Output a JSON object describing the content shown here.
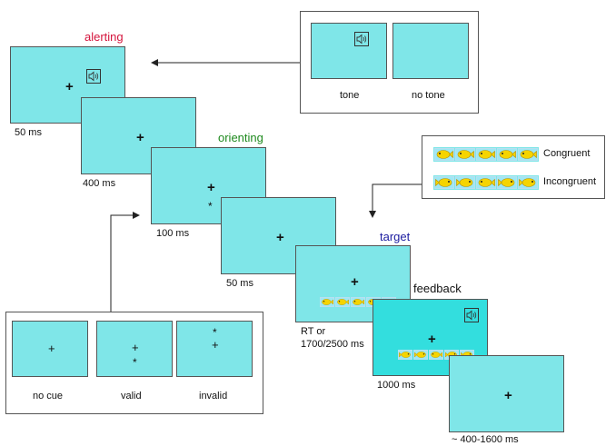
{
  "stages": {
    "alerting": "alerting",
    "orienting": "orienting",
    "target": "target",
    "feedback": "feedback"
  },
  "stage_colors": {
    "alerting": "#d4143c",
    "orienting": "#1e8a1e",
    "target": "#1c1ca0",
    "feedback": "#111111"
  },
  "frames": [
    {
      "duration": "50 ms"
    },
    {
      "duration": "400 ms"
    },
    {
      "duration": "100 ms"
    },
    {
      "duration": "50 ms"
    },
    {
      "duration": "RT or",
      "duration_line2": "1700/2500 ms"
    },
    {
      "duration": "1000 ms"
    },
    {
      "duration": "~ 400-1600 ms"
    }
  ],
  "tone_panel": {
    "options": [
      "tone",
      "no tone"
    ]
  },
  "cue_panel": {
    "options": [
      "no cue",
      "valid",
      "invalid"
    ]
  },
  "flanker_panel": {
    "options": [
      "Congruent",
      "Incongruent"
    ]
  },
  "symbols": {
    "fixation": "+",
    "cue": "*"
  },
  "icons": [
    "speaker-icon",
    "fish-icon"
  ],
  "colors": {
    "screen": "#7fe6e8",
    "feedback_screen": "#33dede",
    "fish": "#f5d400"
  }
}
